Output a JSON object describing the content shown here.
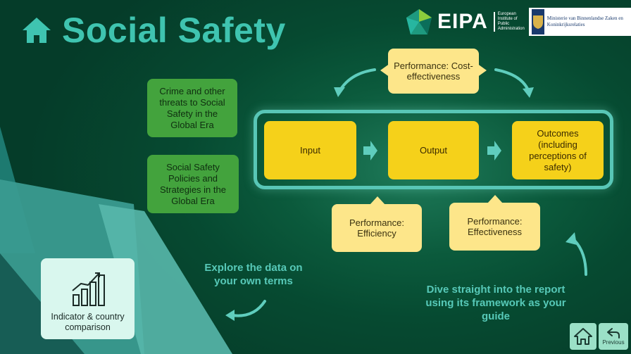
{
  "header": {
    "title": "Social Safety",
    "home_icon": "home-icon"
  },
  "logos": {
    "eipa_word": "EIPA",
    "eipa_sub": "European Institute of Public Administration",
    "ministry_text": "Ministerie van Binnenlandse Zaken en Koninkrijksrelaties"
  },
  "context_boxes": [
    {
      "label": "Crime and other threats to Social Safety in the Global Era"
    },
    {
      "label": "Social Safety Policies and Strategies in the Global Era"
    }
  ],
  "framework": {
    "stages": [
      {
        "label": "Input"
      },
      {
        "label": "Output"
      },
      {
        "label": "Outcomes (including perceptions of safety)"
      }
    ],
    "performance": [
      {
        "label": "Performance: Cost-effectiveness"
      },
      {
        "label": "Performance: Efficiency"
      },
      {
        "label": "Performance: Effectiveness"
      }
    ]
  },
  "callouts": {
    "explore": "Explore the data on your own terms",
    "dive": "Dive straight into the report using its framework as your guide"
  },
  "indicator_card": {
    "label": "Indicator & country comparison",
    "icon": "bar-chart-icon"
  },
  "navigation": {
    "home_icon": "home-icon",
    "previous_label": "Previous",
    "previous_icon": "back-arrow-icon"
  },
  "colors": {
    "background": "#064a31",
    "accent_teal": "#3fc4b0",
    "stage_yellow": "#f5d11a",
    "performance_yellow": "#fde68a",
    "context_green": "#43a33d"
  }
}
